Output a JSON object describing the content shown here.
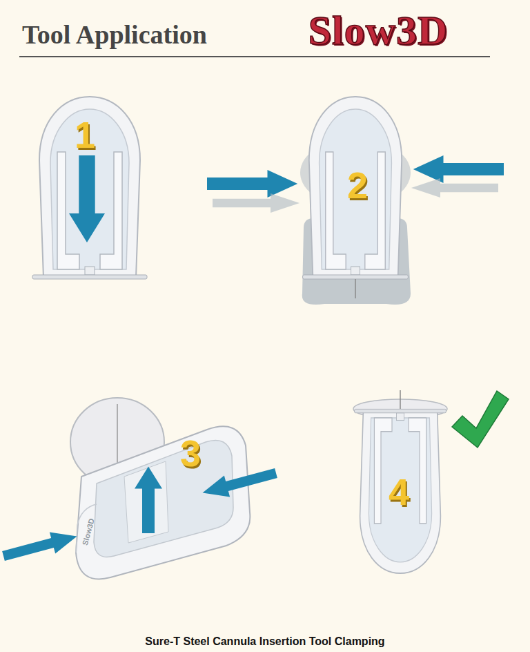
{
  "diagram": {
    "title": "Tool Application",
    "caption": "Sure-T Steel Cannula Insertion Tool Clamping",
    "labels": [
      "Slow3D",
      "1",
      "2",
      "3",
      "Slow3D",
      "4"
    ]
  }
}
